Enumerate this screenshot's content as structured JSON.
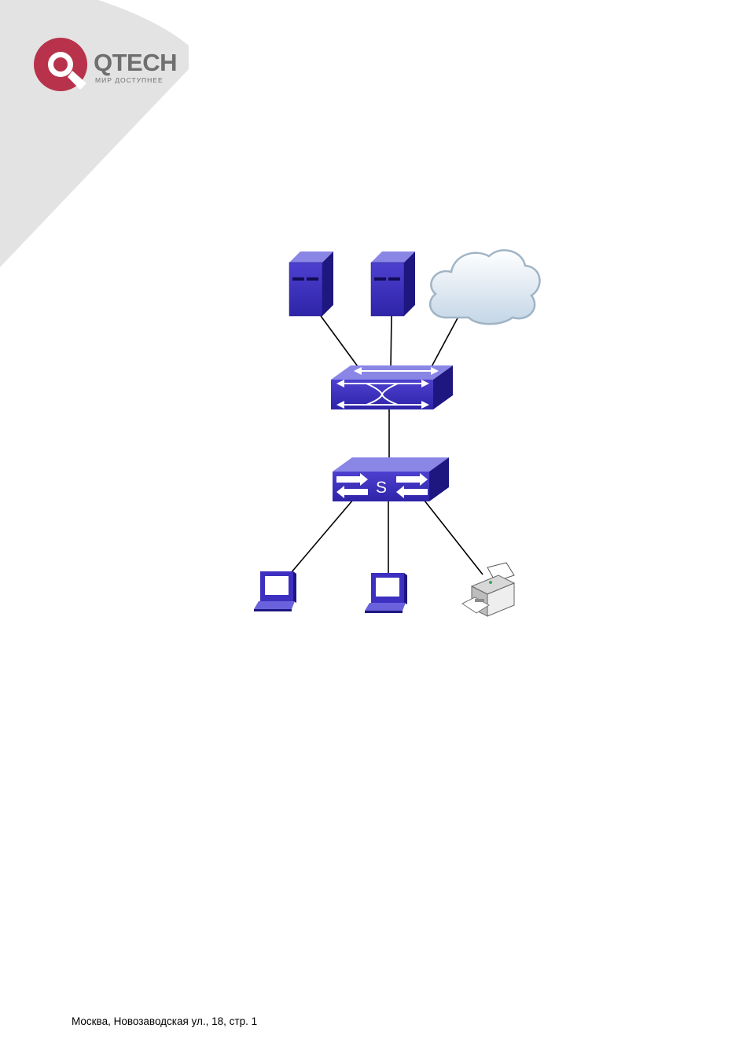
{
  "header": {
    "logo_name": "QTECH",
    "logo_tagline": "МИР ДОСТУПНЕЕ",
    "logo_icon": "qtech-q-icon"
  },
  "diagram": {
    "nodes": [
      {
        "id": "server-1",
        "icon": "server-icon"
      },
      {
        "id": "server-2",
        "icon": "server-icon"
      },
      {
        "id": "internet",
        "icon": "cloud-icon"
      },
      {
        "id": "core-switch",
        "icon": "core-switch-icon"
      },
      {
        "id": "access-switch",
        "icon": "switch-icon",
        "label": "S"
      },
      {
        "id": "pc-1",
        "icon": "workstation-icon"
      },
      {
        "id": "pc-2",
        "icon": "workstation-icon"
      },
      {
        "id": "printer",
        "icon": "printer-icon"
      }
    ],
    "edges": [
      [
        "server-1",
        "core-switch"
      ],
      [
        "server-2",
        "core-switch"
      ],
      [
        "internet",
        "core-switch"
      ],
      [
        "core-switch",
        "access-switch"
      ],
      [
        "access-switch",
        "pc-1"
      ],
      [
        "access-switch",
        "pc-2"
      ],
      [
        "access-switch",
        "printer"
      ]
    ],
    "colors": {
      "device": "#3d2fc0",
      "device_light": "#8a86e6",
      "device_dark": "#1e1780"
    }
  },
  "footer": {
    "address": "Москва, Новозаводская ул., 18, стр. 1"
  }
}
